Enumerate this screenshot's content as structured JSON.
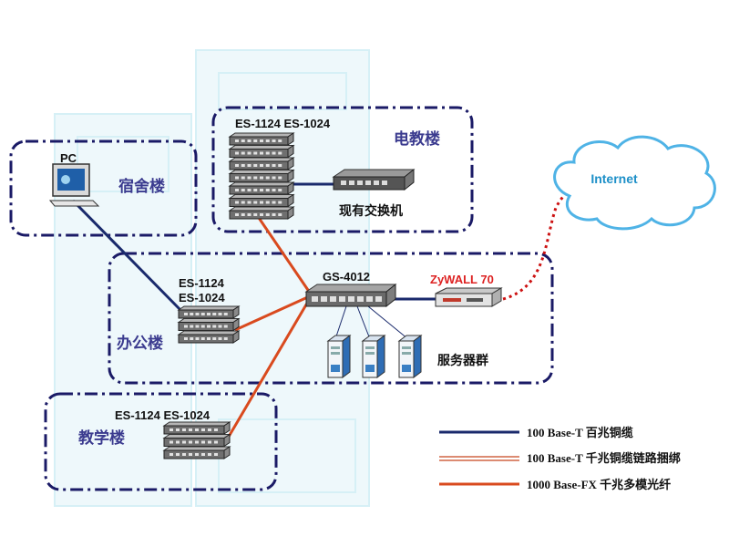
{
  "zones": {
    "dorm": "宿舍楼",
    "media": "电教楼",
    "office": "办公楼",
    "teaching": "教学楼"
  },
  "devices": {
    "pc": "PC",
    "media_switch": "ES-1124 ES-1024",
    "existing_switch": "现有交换机",
    "office_switch_line1": "ES-1124",
    "office_switch_line2": "ES-1024",
    "core_switch": "GS-4012",
    "firewall": "ZyWALL 70",
    "servers": "服务器群",
    "teaching_switch": "ES-1124 ES-1024",
    "internet": "Internet"
  },
  "legend": [
    {
      "label": "100 Base-T 百兆铜缆",
      "color": "#1a2a6c"
    },
    {
      "label": "100 Base-T 千兆铜缆链路捆绑",
      "color": "#c8461e"
    },
    {
      "label": "1000 Base-FX 千兆多模光纤",
      "color": "#d94a1e"
    }
  ],
  "colors": {
    "zone_border": "#1a1a66",
    "copper": "#1a2a6c",
    "fiber": "#d94a1e",
    "internet_link": "#cc1111",
    "cloud": "#4fb3e6"
  }
}
